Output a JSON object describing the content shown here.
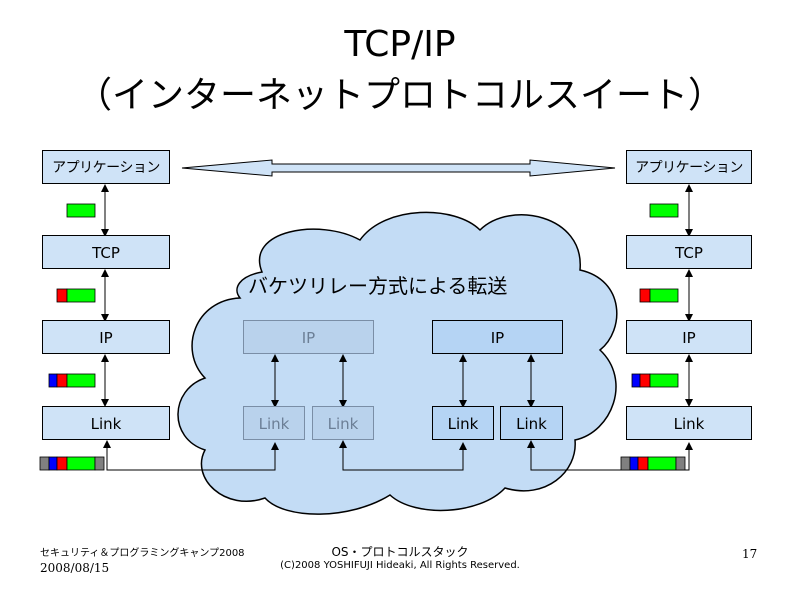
{
  "title": {
    "line1": "TCP/IP",
    "line2": "（インターネットプロトコルスイート）"
  },
  "left_stack": {
    "app": "アプリケーション",
    "tcp": "TCP",
    "ip": "IP",
    "link": "Link"
  },
  "right_stack": {
    "app": "アプリケーション",
    "tcp": "TCP",
    "ip": "IP",
    "link": "Link"
  },
  "cloud": {
    "label": "バケツリレー方式による転送",
    "router1": {
      "ip": "IP",
      "link_a": "Link",
      "link_b": "Link"
    },
    "router2": {
      "ip": "IP",
      "link_a": "Link",
      "link_b": "Link"
    }
  },
  "packet_colors": {
    "data": "#00ff00",
    "tcp_header": "#ff0000",
    "ip_header": "#0000ff",
    "link_header": "#808080"
  },
  "colors": {
    "box_fill": "#cfe3f7",
    "cloud_fill": "#c3dcf5"
  },
  "footer": {
    "event": "セキュリティ＆プログラミングキャンプ2008",
    "date": "2008/08/15",
    "subject": "OS・プロトコルスタック",
    "copyright": "(C)2008 YOSHIFUJI Hideaki, All Rights Reserved.",
    "page": "17"
  }
}
